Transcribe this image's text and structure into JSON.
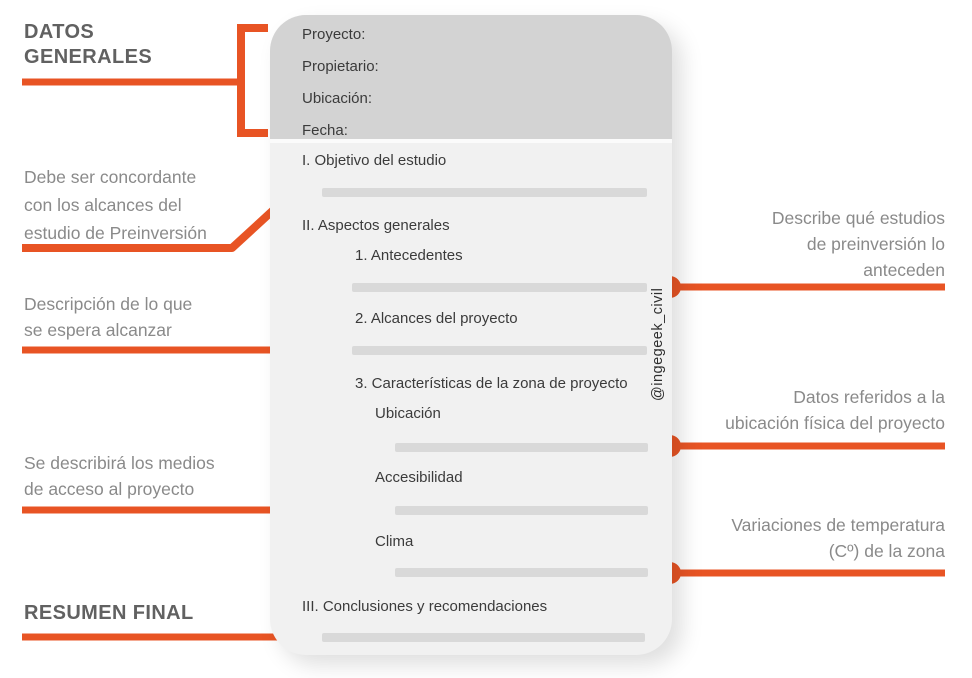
{
  "colors": {
    "accent": "#e85424",
    "card_header_bg": "#d3d3d3",
    "card_body_bg": "#f1f1f1",
    "placeholder_bar": "#d9d9d9",
    "card_text": "#3b3b3b",
    "note_text": "#8a8a8a",
    "heading_text": "#616161"
  },
  "watermark": "@ingegeek_civil",
  "left": {
    "title": {
      "lines": [
        "DATOS",
        "GENERALES"
      ]
    },
    "notes": [
      {
        "lines": [
          "Debe ser concordante",
          "con los alcances del",
          "estudio de Preinversión"
        ]
      },
      {
        "lines": [
          "Descripción de lo que",
          "se espera alcanzar"
        ]
      },
      {
        "lines": [
          "Se describirá los medios",
          "de acceso al proyecto"
        ]
      }
    ],
    "resumen": "RESUMEN FINAL"
  },
  "right": {
    "notes": [
      {
        "lines": [
          "Describe qué estudios",
          "de preinversión lo",
          "anteceden"
        ]
      },
      {
        "lines": [
          "Datos referidos a la",
          "ubicación física del proyecto"
        ]
      },
      {
        "lines": [
          "Variaciones de temperatura",
          "(Cº) de la zona"
        ]
      }
    ]
  },
  "card": {
    "header_fields": [
      "Proyecto:",
      "Propietario:",
      "Ubicación:",
      "Fecha:"
    ],
    "sections": {
      "objetivo": "I. Objetivo del estudio",
      "aspectos": "II. Aspectos generales",
      "antecedentes": "1. Antecedentes",
      "alcances": "2. Alcances del proyecto",
      "caracteristicas": "3. Características de la zona de proyecto",
      "ubicacion": "Ubicación",
      "accesibilidad": "Accesibilidad",
      "clima": "Clima",
      "conclusiones": "III. Conclusiones y recomendaciones"
    }
  }
}
